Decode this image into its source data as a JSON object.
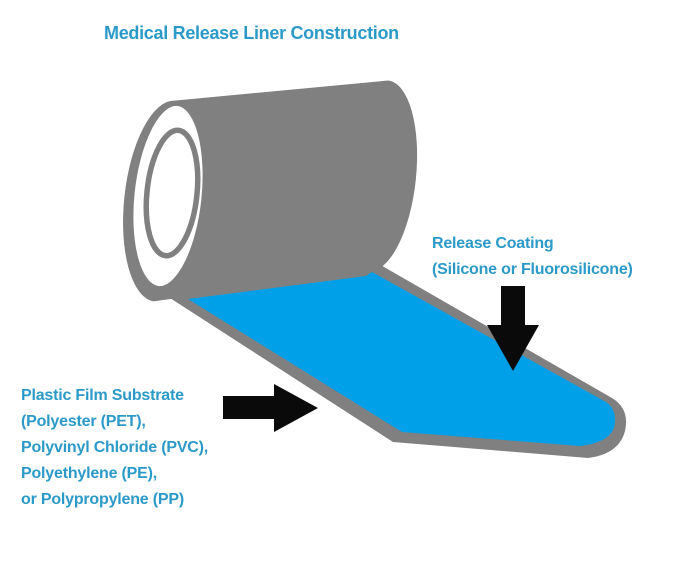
{
  "title": "Medical Release Liner Construction",
  "annotations": {
    "release_coating": {
      "lines": [
        "Release Coating",
        "(Silicone or Fluorosilicone)"
      ]
    },
    "substrate": {
      "lines": [
        "Plastic Film Substrate",
        "(Polyester (PET),",
        "Polyvinyl Chloride (PVC),",
        "Polyethylene (PE),",
        "or Polypropylene (PP)"
      ]
    }
  },
  "icons": {
    "down_arrow": "down-arrow",
    "right_arrow": "right-arrow"
  },
  "colors": {
    "background": "#FFFFFF",
    "label_text": "#2B9AC8",
    "coating_blue": "#00A0E8",
    "substrate_gray": "#808080",
    "arrow_black": "#0A0A0A",
    "roll_face_white": "#FFFFFF"
  }
}
